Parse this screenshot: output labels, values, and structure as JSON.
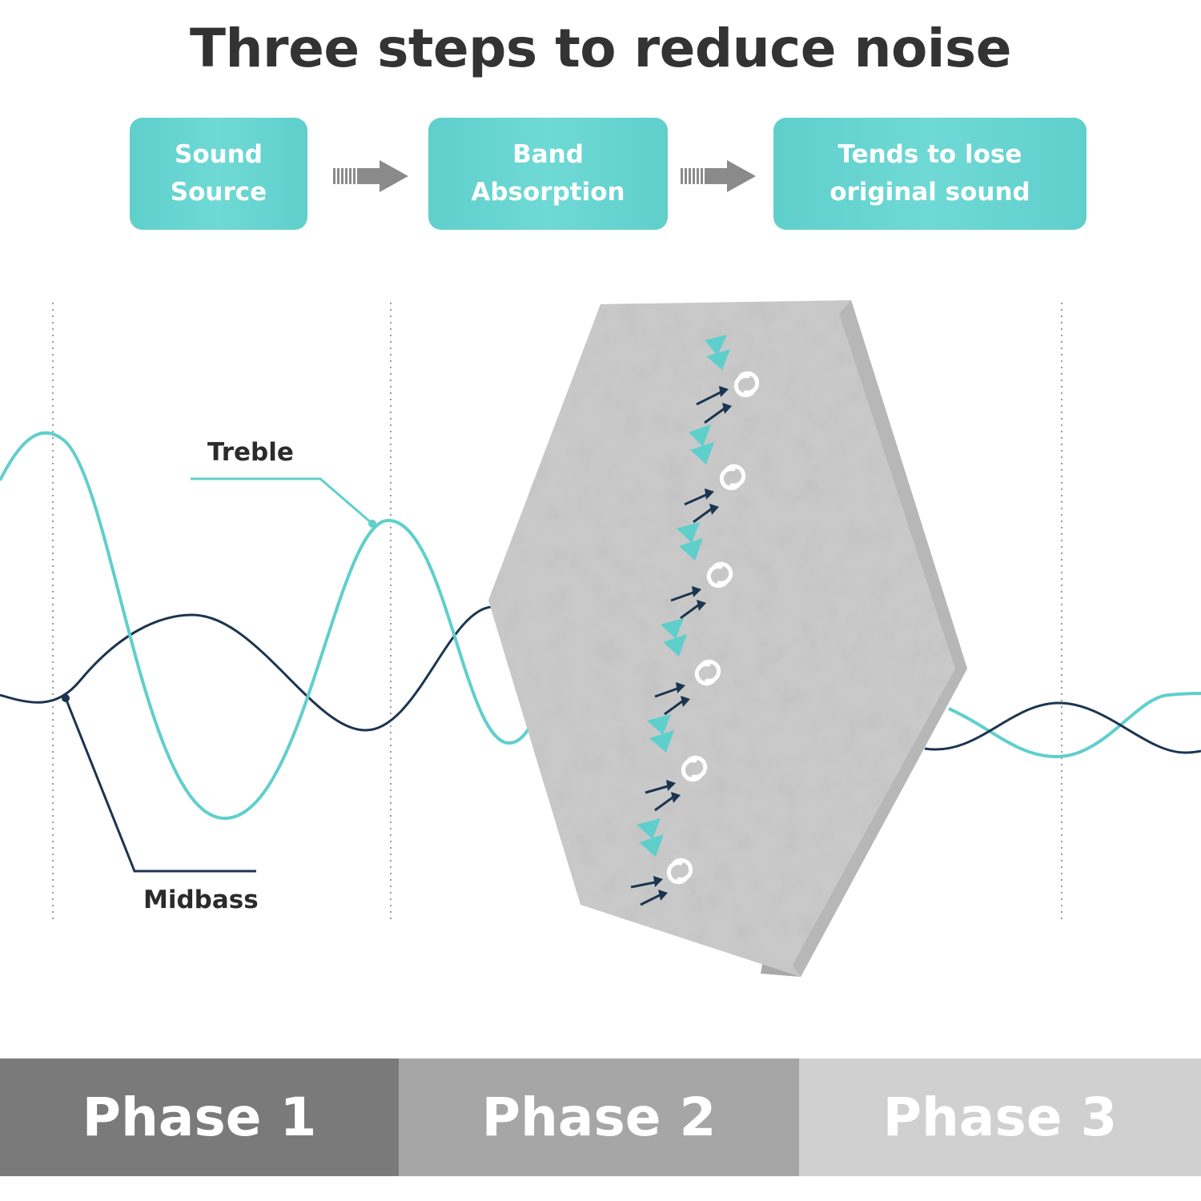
{
  "title": "Three steps to reduce noise",
  "steps": [
    {
      "line1": "Sound",
      "line2": "Source"
    },
    {
      "line1": "Band",
      "line2": "Absorption"
    },
    {
      "line1": "Tends to lose",
      "line2": "original sound"
    }
  ],
  "labels": {
    "treble": "Treble",
    "midbass": "Midbass"
  },
  "phases": [
    {
      "label": "Phase 1",
      "bg": "#7a7a7a"
    },
    {
      "label": "Phase 2",
      "bg": "#a6a6a6"
    },
    {
      "label": "Phase 3",
      "bg": "#d0d0d0"
    }
  ],
  "colors": {
    "teal": "#5fcfcc",
    "navy": "#1b3550",
    "step_bg": "#5fcfcc",
    "panel": "#c8c8c8"
  }
}
